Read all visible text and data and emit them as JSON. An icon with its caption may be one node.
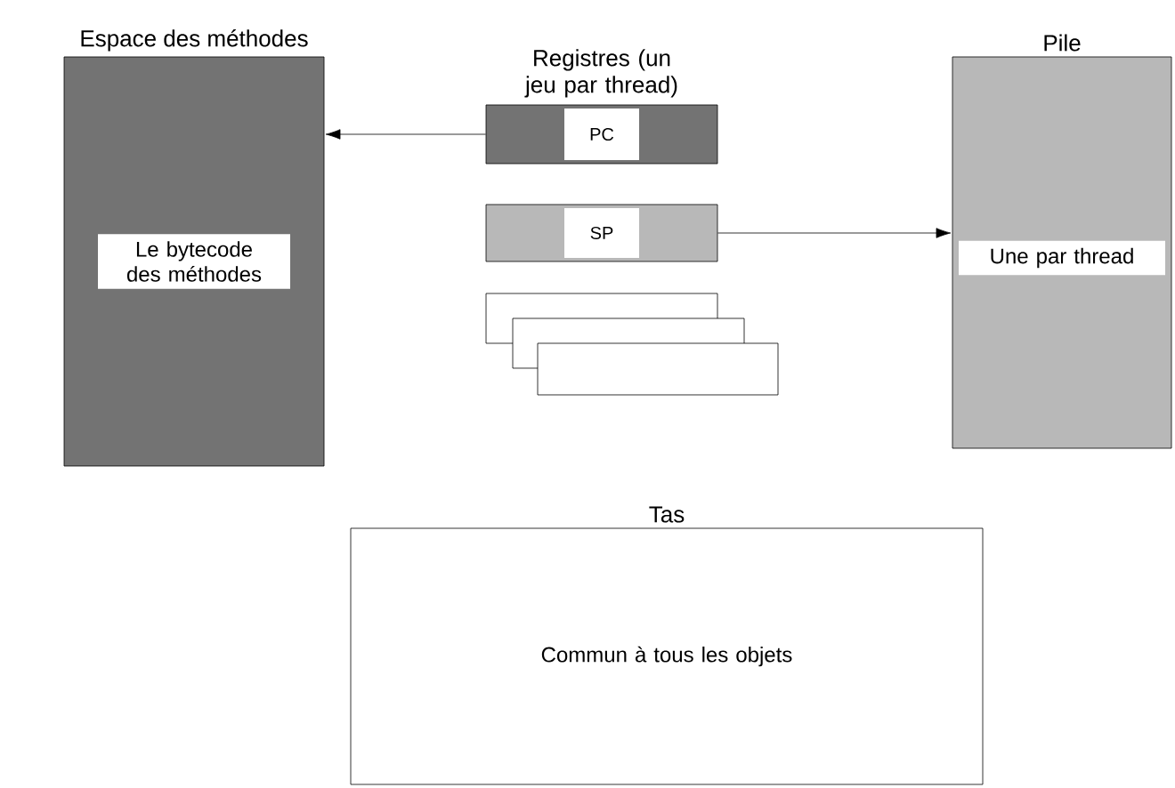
{
  "diagram": {
    "nodes": [
      {
        "text": [
          "Espace des méthodes",
          "Le bytecode des méthodes"
        ]
      },
      {
        "text": [
          "PC"
        ]
      },
      {
        "text": [
          "SP"
        ]
      },
      {
        "text": [],
        "shape": "box"
      },
      {
        "text": [],
        "shape": "box"
      },
      {
        "text": [],
        "shape": "box"
      },
      {
        "text": [
          "Pile",
          "Une par thread"
        ]
      },
      {
        "text": [
          "Tas",
          "Commun à tous les objets"
        ]
      }
    ],
    "edges": [
      {
        "from": 1,
        "to": 0,
        "arrow": "to"
      },
      {
        "from": 2,
        "to": 6,
        "arrow": "to"
      }
    ],
    "labels": [
      "Registres (un jeu par thread)"
    ]
  }
}
